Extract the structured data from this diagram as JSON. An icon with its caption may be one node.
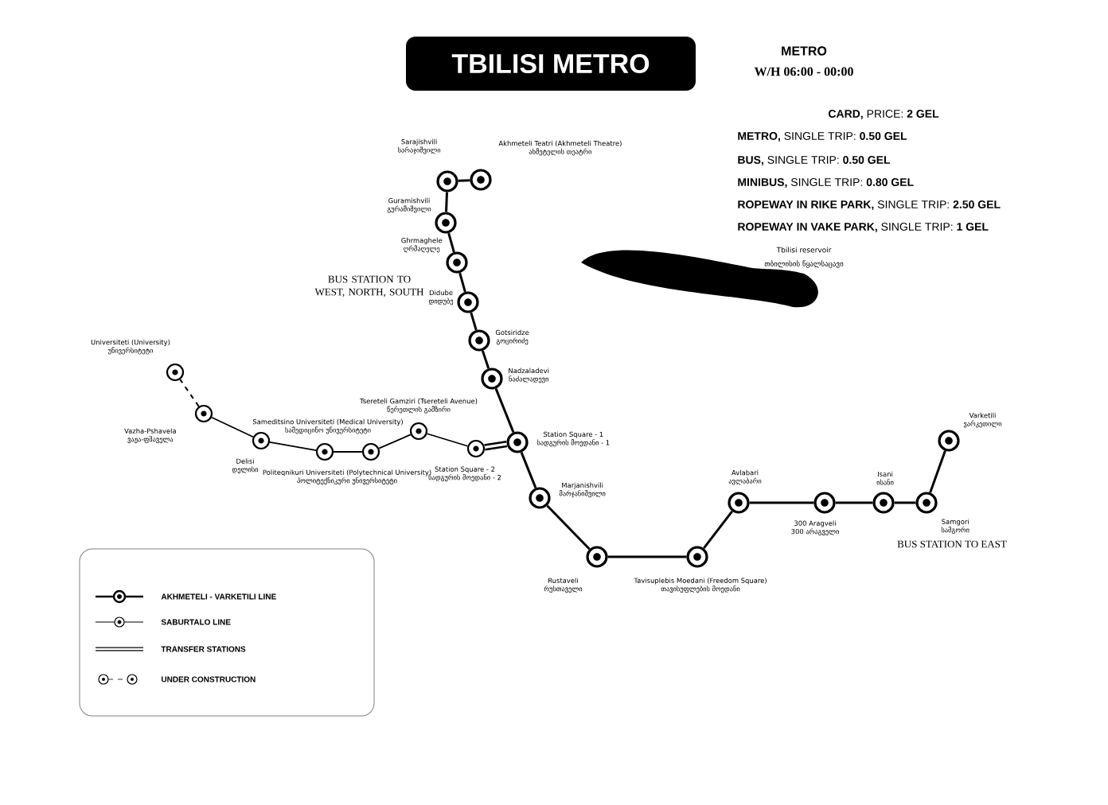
{
  "diagram": {
    "title": "TBILISI METRO",
    "nodes": [
      {
        "text": [],
        "shape": "circle",
        "beside": [
          "Sarajishvili",
          "სარაჯიშვილი"
        ]
      },
      {
        "text": [],
        "shape": "circle",
        "beside": [
          "Akhmeteli Teatri (Akhmeteli Theatre)",
          "ახმეტელის თეატრი"
        ]
      },
      {
        "text": [],
        "shape": "circle",
        "beside": [
          "Guramishvili",
          "გურამიშვილი"
        ]
      },
      {
        "text": [],
        "shape": "circle",
        "beside": [
          "Ghrmaghele",
          "ღრმაღელე"
        ]
      },
      {
        "text": [],
        "shape": "circle",
        "beside": [
          "Didube",
          "დიდუბე"
        ]
      },
      {
        "text": [],
        "shape": "circle",
        "beside": [
          "Gotsiridze",
          "გოცირიძე"
        ]
      },
      {
        "text": [],
        "shape": "circle",
        "beside": [
          "Nadzaladevi",
          "ნაძალადევი"
        ]
      },
      {
        "text": [],
        "shape": "circle",
        "beside": [
          "Station Square - 1",
          "სადგურის მოედანი - 1"
        ]
      },
      {
        "text": [],
        "shape": "circle",
        "beside": [
          "Marjanishvili",
          "მარჯანიშვილი"
        ]
      },
      {
        "text": [],
        "shape": "circle",
        "beside": [
          "Rustaveli",
          "რუსთაველი"
        ]
      },
      {
        "text": [],
        "shape": "circle",
        "beside": [
          "Tavisuplebis Moedani (Freedom Square)",
          "თავისუფლების მოედანი"
        ]
      },
      {
        "text": [],
        "shape": "circle",
        "beside": [
          "Avlabari",
          "ავლაბარი"
        ]
      },
      {
        "text": [],
        "shape": "circle",
        "beside": [
          "300 Aragveli",
          "300 არაგველი"
        ]
      },
      {
        "text": [],
        "shape": "circle",
        "beside": [
          "Isani",
          "ისანი"
        ]
      },
      {
        "text": [],
        "shape": "circle",
        "beside": [
          "Samgori",
          "სამგორი"
        ]
      },
      {
        "text": [],
        "shape": "circle",
        "beside": [
          "Varketili",
          "ვარკეთილი"
        ]
      },
      {
        "text": [],
        "shape": "circle",
        "beside": [
          "Station Square - 2",
          "სადგურის მოედანი - 2"
        ]
      },
      {
        "text": [],
        "shape": "circle",
        "beside": [
          "Tsereteli Gamziri (Tsereteli Avenue)",
          "წერეთლის გამზირი"
        ]
      },
      {
        "text": [],
        "shape": "circle",
        "beside": [
          "Politeqnikuri Universiteti (Polytechnical University)",
          "პოლიტექნიკური უნივერსიტეტი"
        ]
      },
      {
        "text": [],
        "shape": "circle",
        "beside": [
          "Sameditsino Universiteti (Medical University)",
          "სამედიცინო უნივერსიტეტი"
        ]
      },
      {
        "text": [],
        "shape": "circle",
        "beside": [
          "Delisi",
          "დელისი"
        ]
      },
      {
        "text": [],
        "shape": "circle",
        "beside": [
          "Vazha-Pshavela",
          "ვაჟა-ფშაველა"
        ]
      },
      {
        "text": [],
        "shape": "circle",
        "beside": [
          "Universiteti (University)",
          "უნივერსიტეტი"
        ]
      }
    ],
    "edges": [
      {
        "from": 1,
        "to": 0,
        "arrow": "none"
      },
      {
        "from": 0,
        "to": 2,
        "arrow": "none"
      },
      {
        "from": 2,
        "to": 3,
        "arrow": "none"
      },
      {
        "from": 3,
        "to": 4,
        "arrow": "none"
      },
      {
        "from": 4,
        "to": 5,
        "arrow": "none"
      },
      {
        "from": 5,
        "to": 6,
        "arrow": "none"
      },
      {
        "from": 6,
        "to": 7,
        "arrow": "none"
      },
      {
        "from": 7,
        "to": 8,
        "arrow": "none"
      },
      {
        "from": 8,
        "to": 9,
        "arrow": "none"
      },
      {
        "from": 9,
        "to": 10,
        "arrow": "none"
      },
      {
        "from": 10,
        "to": 11,
        "arrow": "none"
      },
      {
        "from": 11,
        "to": 12,
        "arrow": "none"
      },
      {
        "from": 12,
        "to": 13,
        "arrow": "none"
      },
      {
        "from": 13,
        "to": 14,
        "arrow": "none"
      },
      {
        "from": 14,
        "to": 15,
        "arrow": "none"
      },
      {
        "from": 7,
        "to": 16,
        "arrow": "none",
        "style": "thick"
      },
      {
        "from": 16,
        "to": 17,
        "arrow": "none"
      },
      {
        "from": 17,
        "to": 18,
        "arrow": "none"
      },
      {
        "from": 18,
        "to": 19,
        "arrow": "none"
      },
      {
        "from": 19,
        "to": 20,
        "arrow": "none"
      },
      {
        "from": 20,
        "to": 21,
        "arrow": "none"
      },
      {
        "from": 21,
        "to": 22,
        "arrow": "none",
        "style": "dashed"
      }
    ],
    "labels": [
      "METRO",
      "W/H 06:00 - 00:00",
      "**CARD,** PRICE: **2 GEL**",
      "**METRO,** SINGLE TRIP: **0.50 GEL**",
      "**BUS,** SINGLE TRIP: **0.50 GEL**",
      "**MINIBUS,** SINGLE TRIP: **0.80 GEL**",
      "**ROPEWAY IN RIKE PARK,** SINGLE TRIP: **2.50 GEL**",
      "**ROPEWAY IN VAKE PARK,** SINGLE TRIP: **1 GEL**",
      "Tbilisi reservoir",
      "თბილისის წყალსაცავი",
      "BUS STATION TO WEST, NORTH, SOUTH",
      "BUS STATION TO EAST"
    ],
    "legend": [
      {
        "text": "AKHMETELI - VARKETILI LINE"
      },
      {
        "text": "SABURTALO LINE"
      },
      {
        "text": "TRANSFER STATIONS"
      },
      {
        "text": "UNDER CONSTRUCTION"
      }
    ]
  }
}
